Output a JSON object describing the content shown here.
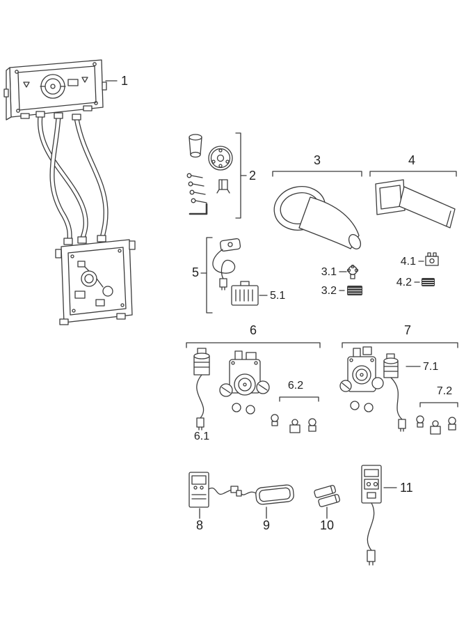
{
  "diagram": {
    "type": "exploded-parts-diagram",
    "colors": {
      "line": "#3b3b3b",
      "background": "#ffffff",
      "label": "#222222"
    },
    "labels": {
      "p1": "1",
      "p2": "2",
      "p3": "3",
      "p31": "3.1",
      "p32": "3.2",
      "p4": "4",
      "p41": "4.1",
      "p42": "4.2",
      "p5": "5",
      "p51": "5.1",
      "p6": "6",
      "p61": "6.1",
      "p62": "6.2",
      "p7": "7",
      "p71": "7.1",
      "p72": "7.2",
      "p8": "8",
      "p9": "9",
      "p10": "10",
      "p11": "11"
    }
  }
}
